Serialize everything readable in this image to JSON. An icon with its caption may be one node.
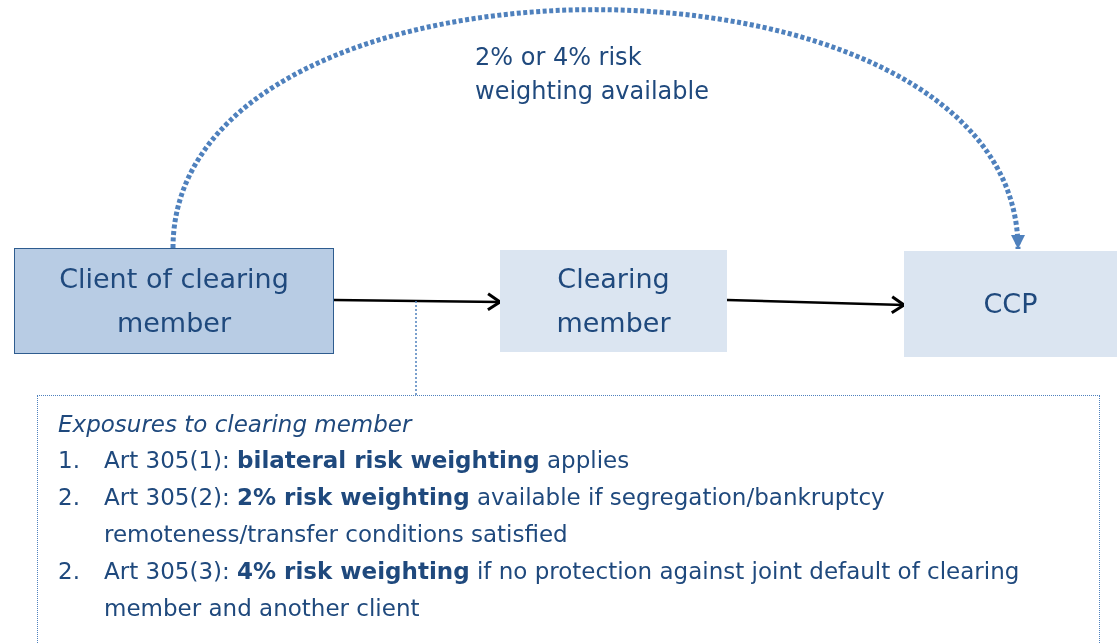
{
  "diagram": {
    "nodes": [
      {
        "text": [
          "Client of clearing member"
        ]
      },
      {
        "text": [
          "Clearing member"
        ]
      },
      {
        "text": [
          "CCP"
        ]
      },
      {
        "text": [
          "Exposures to clearing member",
          "1.",
          "Art 305(1): **bilateral risk weighting** applies",
          "2.",
          "Art 305(2): **2% risk weighting** available if segregation/bankruptcy remoteness/transfer conditions satisfied",
          "2.",
          "Art 305(3): **4% risk weighting** if no protection against joint default of clearing member and another client"
        ]
      }
    ],
    "edges": [
      {
        "from": 0,
        "to": 1,
        "arrow": "to"
      },
      {
        "from": 1,
        "to": 2,
        "arrow": "to"
      },
      {
        "from": 0,
        "to": 2,
        "arrow": "to",
        "label": "2% or 4% risk weighting available",
        "style": "dashed",
        "color": "#4f81bd"
      },
      {
        "from": 3,
        "to": null,
        "arrow": "none",
        "style": "dashed",
        "color": "#4f81bd"
      }
    ]
  }
}
